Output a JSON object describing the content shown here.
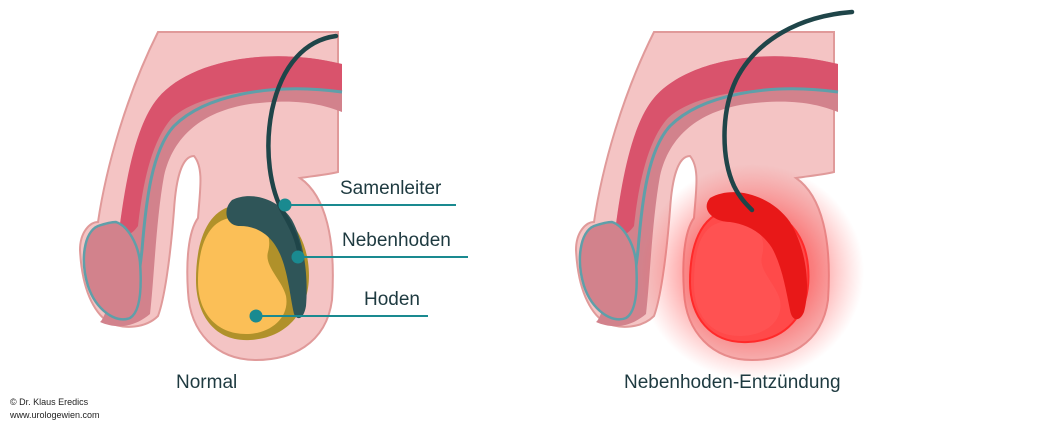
{
  "labels": {
    "samenleiter": "Samenleiter",
    "nebenhoden": "Nebenhoden",
    "hoden": "Hoden"
  },
  "captions": {
    "normal": "Normal",
    "inflamed": "Nebenhoden-Entzündung"
  },
  "credit": {
    "author": "© Dr. Klaus Eredics",
    "website": "www.urologewien.com"
  },
  "colors": {
    "skin": "#f4c4c4",
    "skin_outline": "#e09a9a",
    "shaft_dark": "#d9536c",
    "shaft_mid": "#d2828c",
    "urethra": "#5f9fa9",
    "vas_deferens": "#1f4549",
    "epididymis_normal": "#2f5558",
    "testis_normal": "#fbbf57",
    "testis_rim": "#b0912a",
    "inflamed": "#ff3b3b",
    "marker": "#1a8a90",
    "text": "#1e3a40"
  }
}
